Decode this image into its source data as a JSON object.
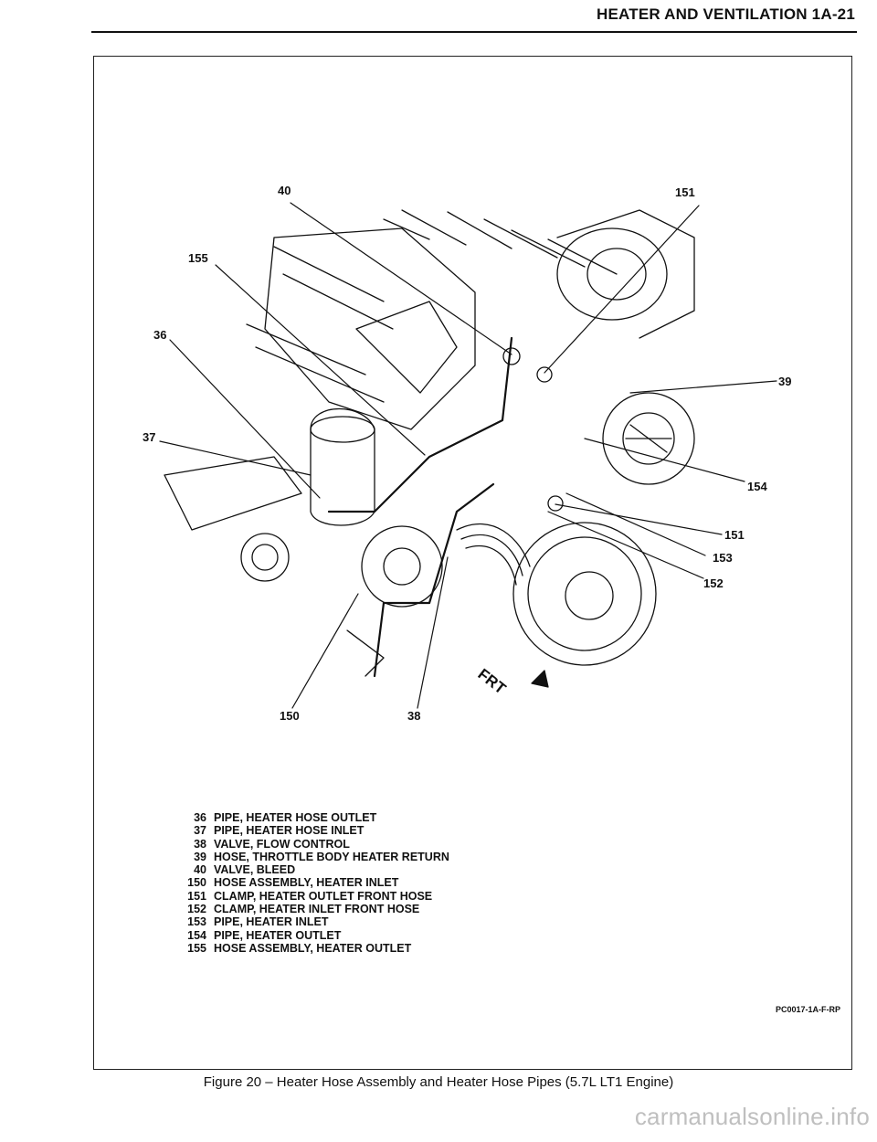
{
  "header": {
    "title": "HEATER AND VENTILATION 1A-21"
  },
  "callouts": [
    {
      "id": "c40",
      "label": "40"
    },
    {
      "id": "c151a",
      "label": "151"
    },
    {
      "id": "c155",
      "label": "155"
    },
    {
      "id": "c36",
      "label": "36"
    },
    {
      "id": "c39",
      "label": "39"
    },
    {
      "id": "c37",
      "label": "37"
    },
    {
      "id": "c154",
      "label": "154"
    },
    {
      "id": "c151b",
      "label": "151"
    },
    {
      "id": "c153",
      "label": "153"
    },
    {
      "id": "c152",
      "label": "152"
    },
    {
      "id": "c150",
      "label": "150"
    },
    {
      "id": "c38",
      "label": "38"
    }
  ],
  "direction_marker": "FRT",
  "legend": [
    {
      "num": "36",
      "desc": "PIPE, HEATER HOSE OUTLET"
    },
    {
      "num": "37",
      "desc": "PIPE, HEATER HOSE INLET"
    },
    {
      "num": "38",
      "desc": "VALVE, FLOW CONTROL"
    },
    {
      "num": "39",
      "desc": "HOSE, THROTTLE BODY HEATER RETURN"
    },
    {
      "num": "40",
      "desc": "VALVE, BLEED"
    },
    {
      "num": "150",
      "desc": "HOSE ASSEMBLY, HEATER INLET"
    },
    {
      "num": "151",
      "desc": "CLAMP, HEATER OUTLET FRONT HOSE"
    },
    {
      "num": "152",
      "desc": "CLAMP, HEATER INLET FRONT HOSE"
    },
    {
      "num": "153",
      "desc": "PIPE, HEATER INLET"
    },
    {
      "num": "154",
      "desc": "PIPE, HEATER OUTLET"
    },
    {
      "num": "155",
      "desc": "HOSE ASSEMBLY, HEATER OUTLET"
    }
  ],
  "figure_code": "PC0017-1A-F-RP",
  "caption": "Figure 20 – Heater Hose Assembly and Heater Hose Pipes (5.7L LT1 Engine)",
  "watermark": "carmanualsonline.info"
}
